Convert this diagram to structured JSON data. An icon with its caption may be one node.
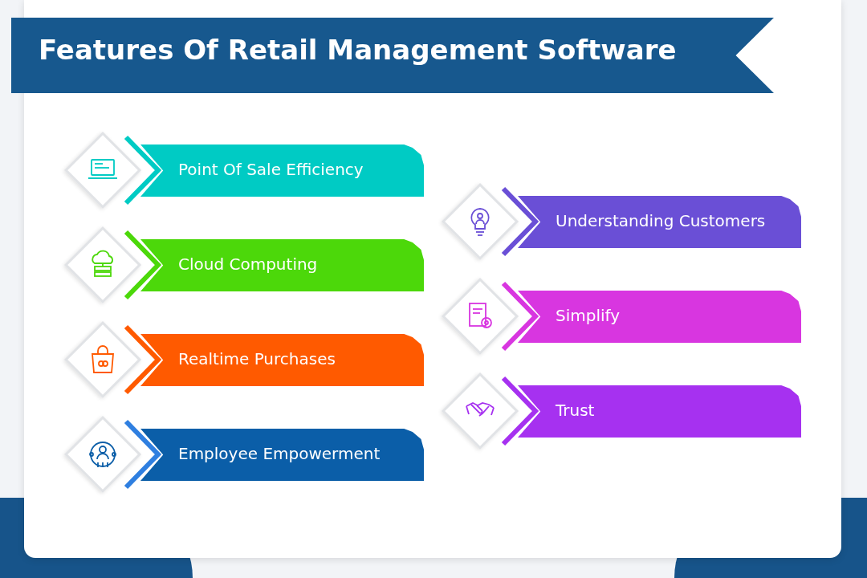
{
  "diagram": {
    "title": "Features Of Retail Management Software",
    "nodes": [
      {
        "text": [
          "Point Of Sale Efficiency"
        ]
      },
      {
        "text": [
          "Cloud Computing"
        ]
      },
      {
        "text": [
          "Realtime Purchases"
        ]
      },
      {
        "text": [
          "Employee Empowerment"
        ]
      },
      {
        "text": [
          "Understanding Customers"
        ]
      },
      {
        "text": [
          "Simplify"
        ]
      },
      {
        "text": [
          "Trust"
        ]
      }
    ],
    "edges": []
  }
}
